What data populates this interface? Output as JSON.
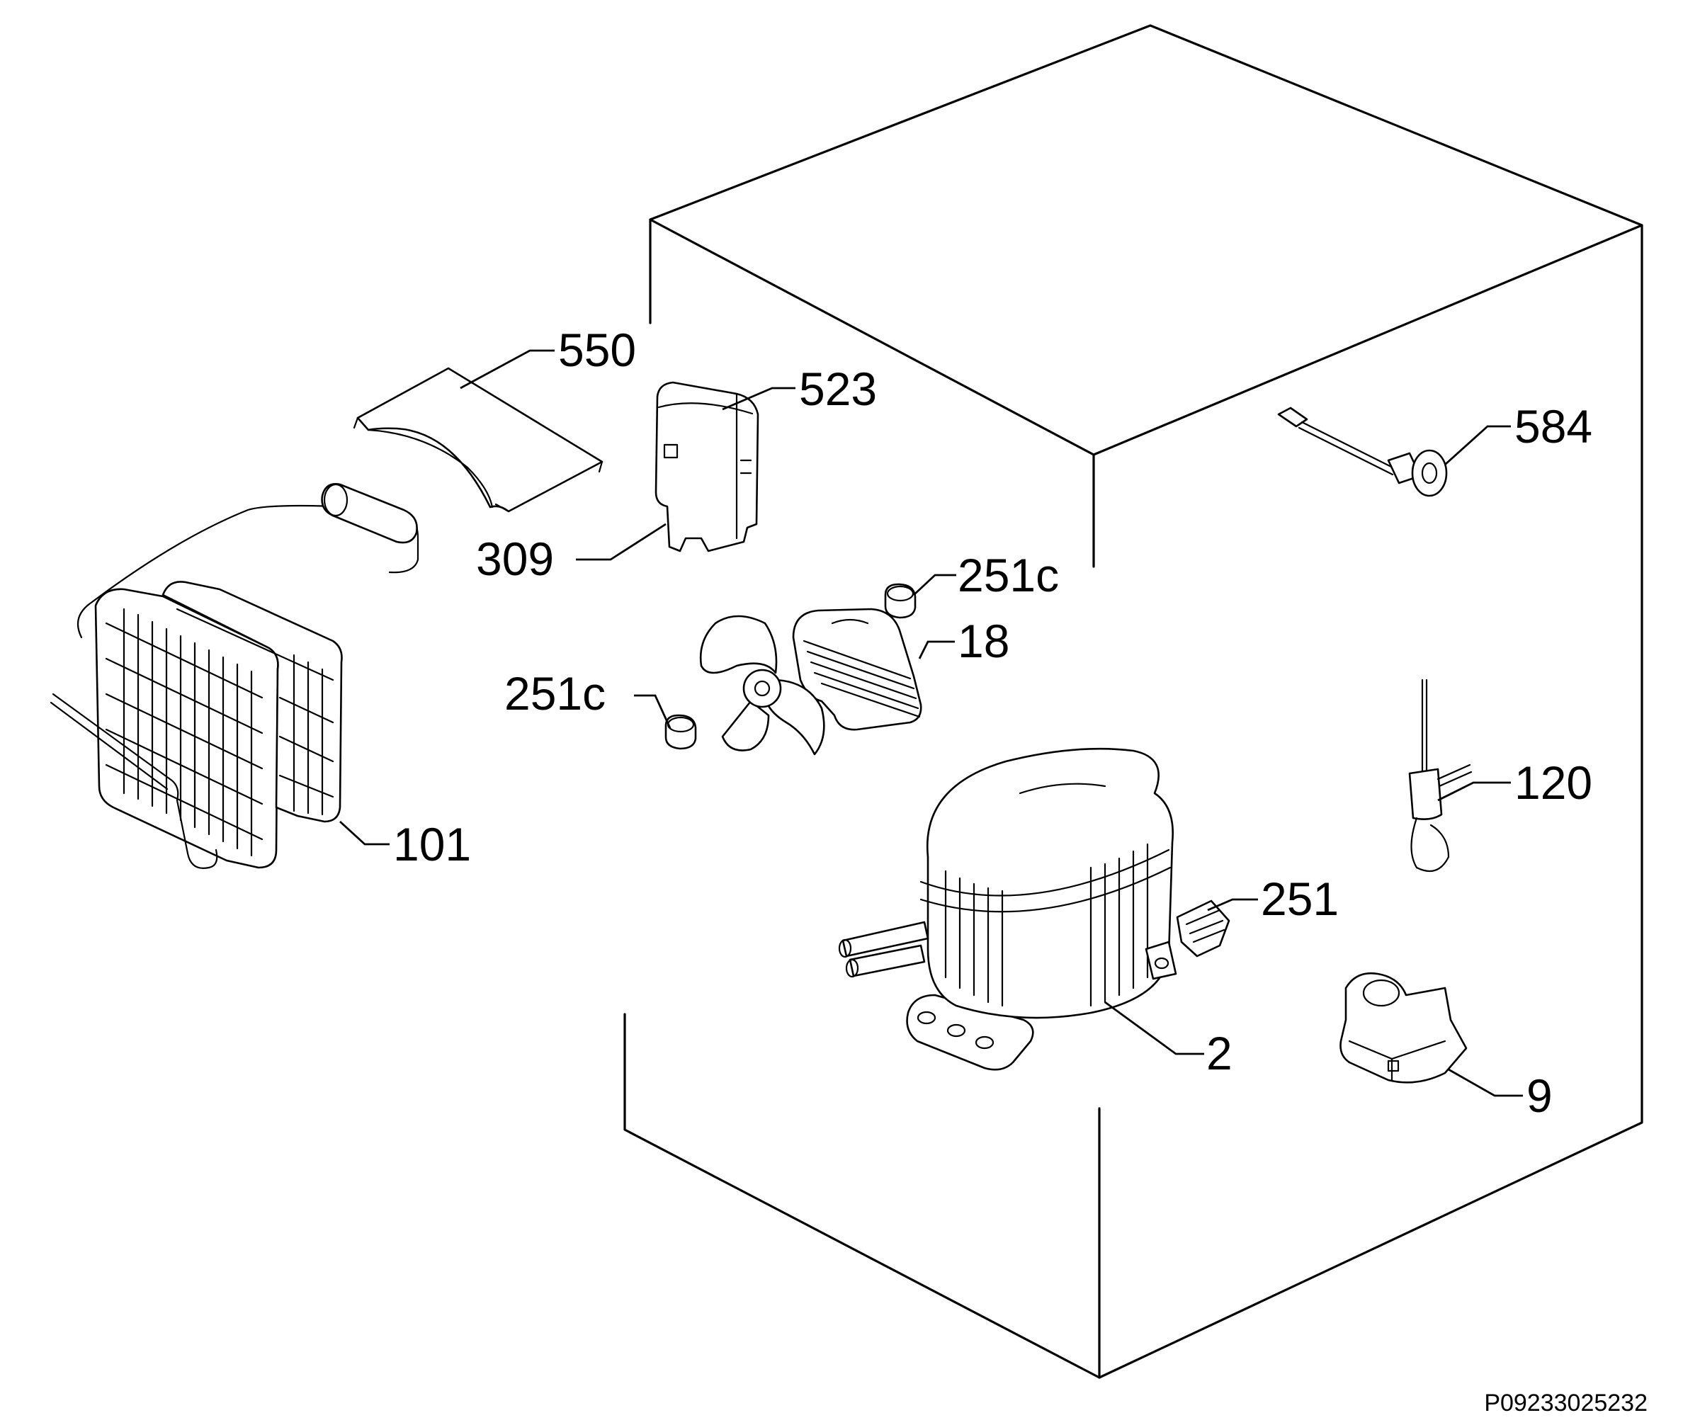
{
  "drawing_code": "P09233025232",
  "callouts": {
    "c550": "550",
    "c523": "523",
    "c309": "309",
    "c584": "584",
    "c251c_a": "251c",
    "c18": "18",
    "c251c_b": "251c",
    "c120": "120",
    "c101": "101",
    "c251": "251",
    "c2": "2",
    "c9": "9"
  }
}
